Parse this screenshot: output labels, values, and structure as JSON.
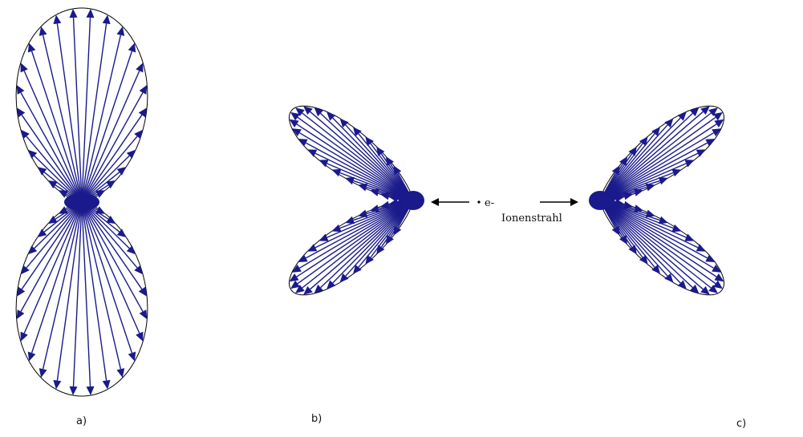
{
  "labels": {
    "panel_a": "a)",
    "panel_b": "b)",
    "panel_c": "c)",
    "electron": "e-",
    "ion_beam": "Ionenstrahl"
  },
  "colors": {
    "arrow": "#1a1a8c",
    "outline": "#000000",
    "text": "#111111"
  },
  "icons": [
    "arrowhead-icon",
    "electron-dot-icon"
  ]
}
